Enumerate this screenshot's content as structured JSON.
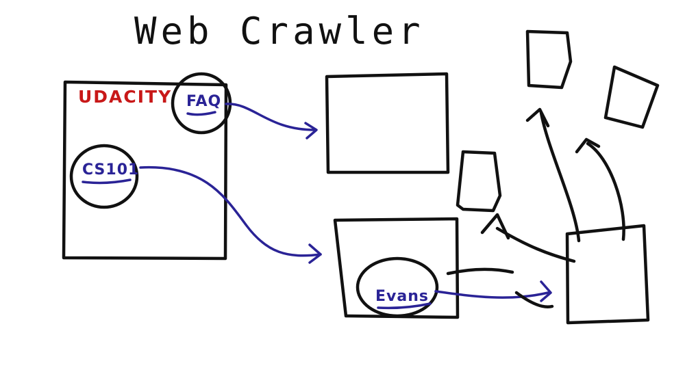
{
  "title": "Web Crawler",
  "page": {
    "brand": "UDACITY",
    "links": [
      {
        "label": "FAQ"
      },
      {
        "label": "CS101"
      }
    ]
  },
  "linked_page": {
    "link": "Evans"
  },
  "colors": {
    "ink": "#111111",
    "link": "#2a2396",
    "brand": "#c81818",
    "background": "#ffffff"
  }
}
